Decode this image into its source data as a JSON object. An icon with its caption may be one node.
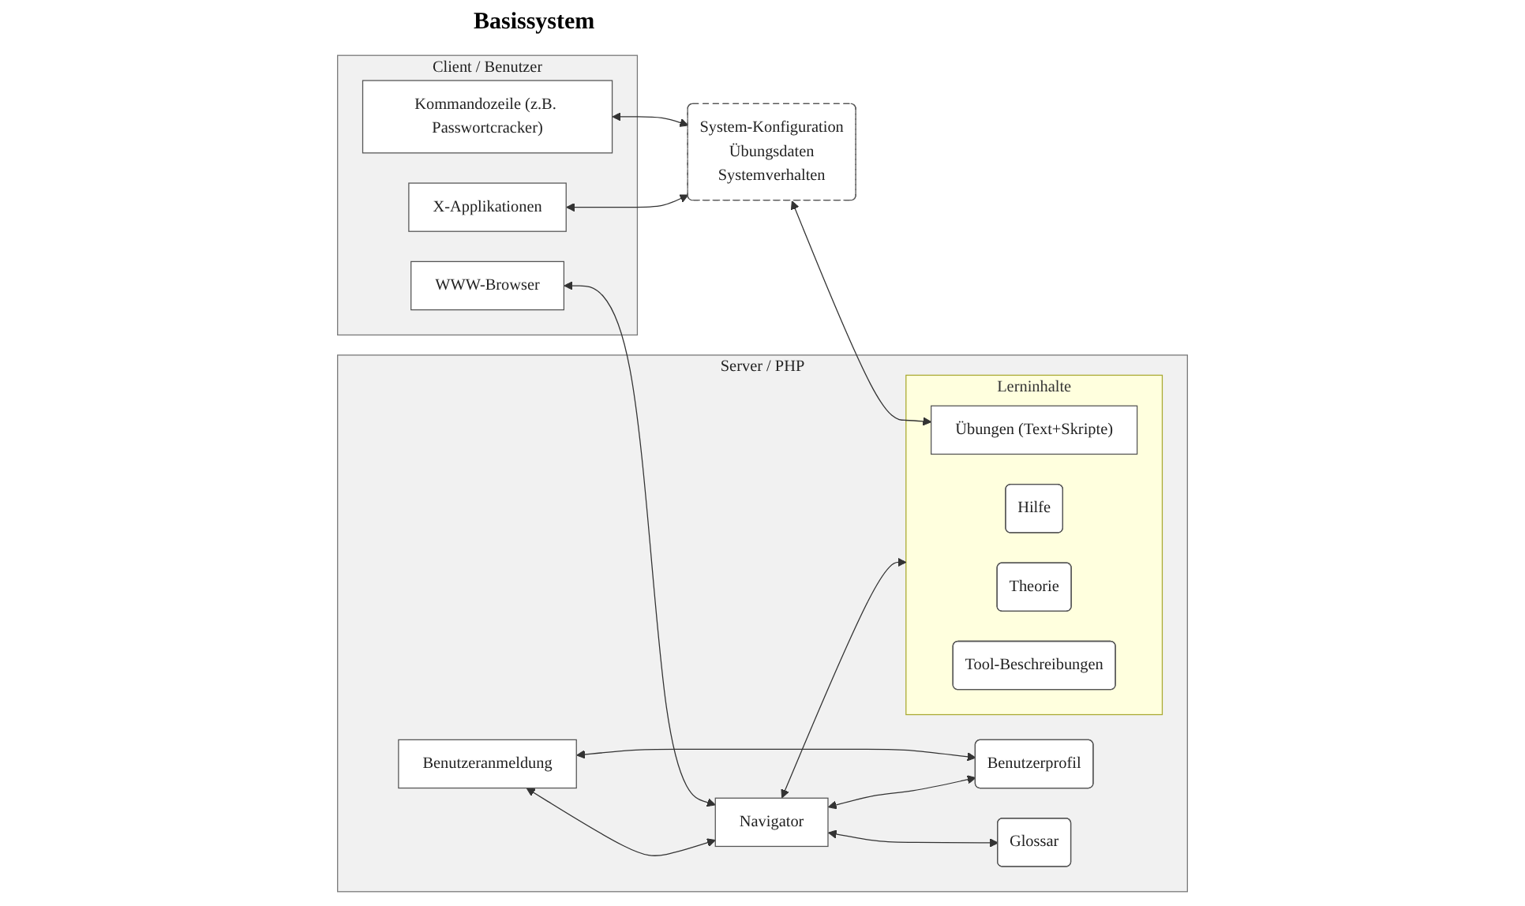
{
  "diagram": {
    "nodes": [
      {
        "text": [
          "Client / Benutzer"
        ]
      },
      {
        "text": [
          "WWW-Browser"
        ],
        "in": 0
      },
      {
        "text": [
          "Kommandozeile (z.B. Passwortcracker)"
        ],
        "in": 0
      },
      {
        "text": [
          "X-Applikationen"
        ],
        "in": 0
      },
      {
        "text": [
          "System-Konfiguration",
          "Übungsdaten",
          "Systemverhalten"
        ]
      },
      {
        "text": [
          "Server / PHP"
        ]
      },
      {
        "text": [
          "Benutzeranmeldung"
        ],
        "in": 5
      },
      {
        "text": [
          "Benutzerprofil"
        ],
        "in": 5
      },
      {
        "text": [
          "Navigator"
        ],
        "in": 5
      },
      {
        "text": [
          "Glossar"
        ],
        "in": 5
      },
      {
        "text": [
          "Lerninhalte"
        ],
        "in": 5
      },
      {
        "text": [
          "Übungen (Text+Skripte)"
        ],
        "in": 10
      },
      {
        "text": [
          "Hilfe"
        ],
        "in": 10
      },
      {
        "text": [
          "Theorie"
        ],
        "in": 10
      },
      {
        "text": [
          "Tool-Beschreibungen"
        ],
        "in": 10
      }
    ],
    "edges": [
      {
        "from": 1,
        "to": 8,
        "arrow": "both"
      },
      {
        "from": 2,
        "to": 4,
        "arrow": "both"
      },
      {
        "from": 3,
        "to": 4,
        "arrow": "both"
      },
      {
        "from": 4,
        "to": 11,
        "arrow": "both"
      },
      {
        "from": 6,
        "to": 7,
        "arrow": "both"
      },
      {
        "from": 6,
        "to": 8,
        "arrow": "both"
      },
      {
        "from": 8,
        "to": 7,
        "arrow": "both"
      },
      {
        "from": 8,
        "to": 9,
        "arrow": "both"
      },
      {
        "from": 8,
        "to": 10,
        "arrow": "both"
      }
    ],
    "labels": [
      "Basissystem"
    ]
  }
}
